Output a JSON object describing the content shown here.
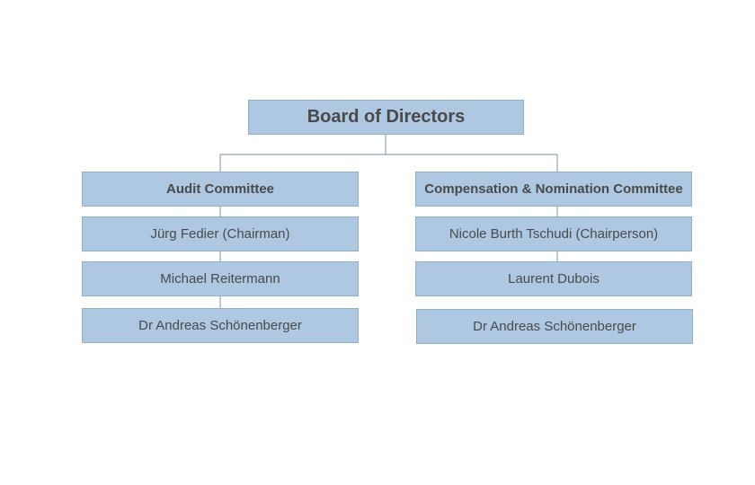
{
  "board": {
    "title": "Board of Directors"
  },
  "committees": [
    {
      "name": "Audit Committee",
      "members": [
        "Jürg Fedier (Chairman)",
        "Michael Reitermann",
        "Dr Andreas Schönenberger"
      ]
    },
    {
      "name": "Compensation & Nomination Committee",
      "members": [
        "Nicole Burth Tschudi (Chairperson)",
        "Laurent Dubois",
        "Dr Andreas Schönenberger"
      ]
    }
  ],
  "colors": {
    "box_fill": "#adc8e0",
    "box_border": "#8fb0cc",
    "connector": "#8aa6bd",
    "text": "#4a4a4a"
  }
}
